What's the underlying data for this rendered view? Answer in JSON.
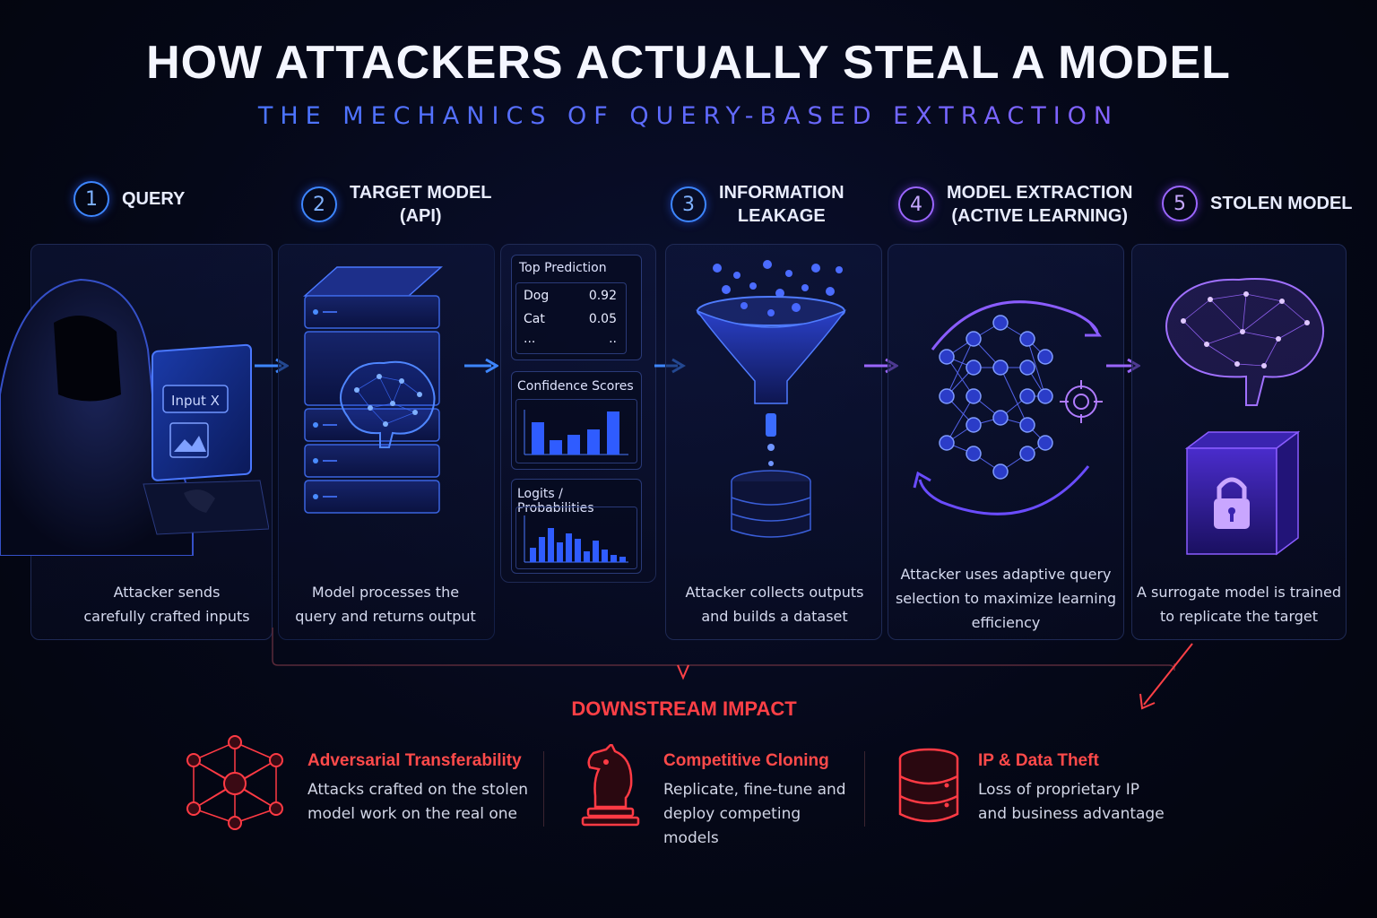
{
  "title": "HOW ATTACKERS ACTUALLY STEAL A MODEL",
  "subtitle": "THE MECHANICS OF QUERY-BASED EXTRACTION",
  "steps": [
    {
      "num": "1",
      "label": "QUERY",
      "desc": [
        "Attacker sends",
        "carefully crafted inputs"
      ]
    },
    {
      "num": "2",
      "label": [
        "TARGET MODEL",
        "(API)"
      ],
      "desc": [
        "Model processes the",
        "query and returns output"
      ]
    },
    {
      "num": "3",
      "label": [
        "INFORMATION",
        "LEAKAGE"
      ],
      "desc": [
        "Attacker collects outputs",
        "and builds a dataset"
      ]
    },
    {
      "num": "4",
      "label": [
        "MODEL EXTRACTION",
        "(ACTIVE LEARNING)"
      ],
      "desc": [
        "Attacker uses adaptive query",
        "selection to maximize learning",
        "efficiency"
      ]
    },
    {
      "num": "5",
      "label": "STOLEN MODEL",
      "desc": [
        "A surrogate model is trained",
        "to replicate the target"
      ]
    }
  ],
  "laptop_screen_text": "Input X",
  "outputs": {
    "top_prediction": {
      "title": "Top Prediction",
      "rows": [
        {
          "label": "Dog",
          "value": "0.92"
        },
        {
          "label": "Cat",
          "value": "0.05"
        },
        {
          "label": "...",
          "value": ".."
        }
      ]
    },
    "confidence": {
      "title": "Confidence Scores"
    },
    "logits": {
      "title": "Logits / Probabilities"
    }
  },
  "impact": {
    "title": "DOWNSTREAM IMPACT",
    "items": [
      {
        "icon": "network-icon",
        "heading": "Adversarial Transferability",
        "body": [
          "Attacks crafted on the stolen",
          "model work on the real one"
        ]
      },
      {
        "icon": "chess-knight-icon",
        "heading": "Competitive Cloning",
        "body": [
          "Replicate, fine-tune and",
          "deploy competing models"
        ]
      },
      {
        "icon": "database-icon",
        "heading": "IP & Data Theft",
        "body": [
          "Loss of proprietary IP",
          "and business advantage"
        ]
      }
    ]
  },
  "colors": {
    "blue": "#3d86ff",
    "purple": "#9b66ff",
    "red": "#ff4046"
  }
}
